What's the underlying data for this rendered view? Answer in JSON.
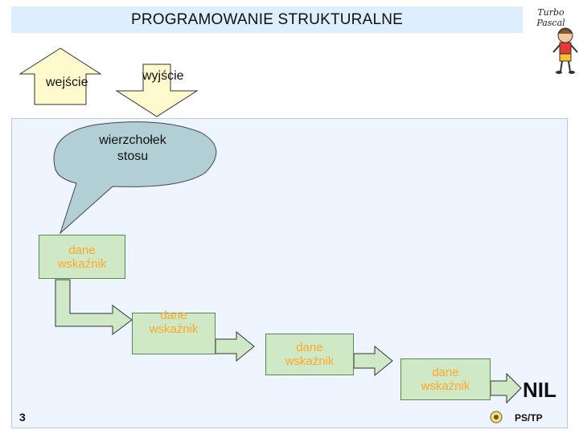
{
  "slide": {
    "title": "PROGRAMOWANIE STRUKTURALNE",
    "brand": "Turbo Pascal",
    "page_number": "3",
    "footer": "PS/TP"
  },
  "stack": {
    "input_label": "wejście",
    "output_label": "wyjście",
    "top_callout": [
      "wierzchołek",
      "stosu"
    ]
  },
  "nodes": [
    {
      "line1": "dane",
      "line2": "wskaźnik"
    },
    {
      "line1": "dane",
      "line2": "wskaźnik"
    },
    {
      "line1": "dane",
      "line2": "wskaźnik"
    },
    {
      "line1": "dane",
      "line2": "wskaźnik"
    }
  ],
  "terminator": "NIL",
  "colors": {
    "title_bar": "#ddeeff",
    "panel": "#eef5ff",
    "node_fill": "#cfe9c7",
    "node_text": "#ffa726",
    "callout": "#b3cfd6"
  }
}
